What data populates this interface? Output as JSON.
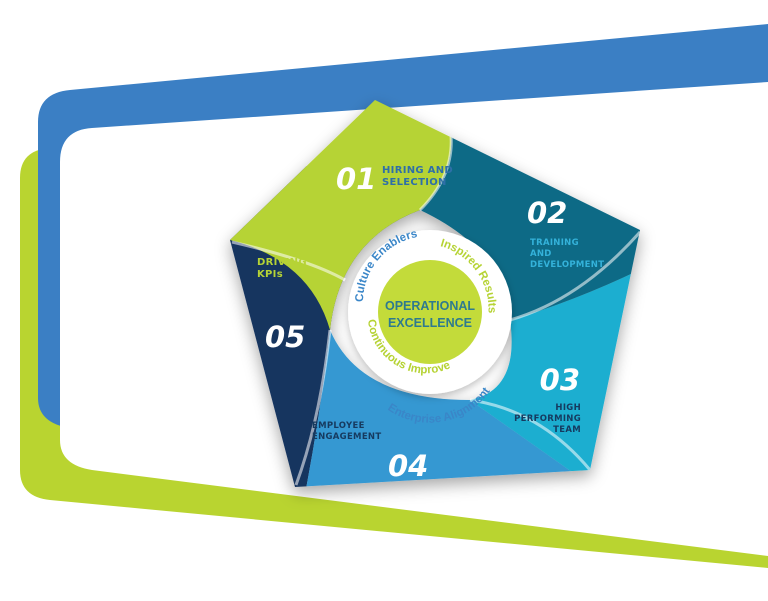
{
  "colors": {
    "blue_band": "#3b7fc4",
    "green_band": "#b9d430",
    "seg1": "#b6d335",
    "seg2": "#0f6a86",
    "seg3": "#1aaed0",
    "seg4": "#3598d2",
    "seg5": "#17345f",
    "ring": "#ffffff",
    "core": "#c3db3a"
  },
  "center": {
    "line1": "OPERATIONAL",
    "line2": "EXCELLENCE"
  },
  "ring_labels": {
    "culture_enablers": "Culture Enablers",
    "inspired_results": "Inspired Results",
    "enterprise_alignment": "Enterprise Alignment",
    "continuous_improvement": "Continuous Improvement"
  },
  "segments": [
    {
      "number": "01",
      "label_lines": [
        "HIRING AND",
        "SELECTION"
      ]
    },
    {
      "number": "02",
      "label_lines": [
        "TRAINING",
        "AND",
        "DEVELOPMENT"
      ]
    },
    {
      "number": "03",
      "label_lines": [
        "HIGH",
        "PERFORMING",
        "TEAM"
      ]
    },
    {
      "number": "04",
      "label_lines": [
        "EMPLOYEE",
        "ENGAGEMENT"
      ]
    },
    {
      "number": "05",
      "label_lines": [
        "DRIVING",
        "KPIs"
      ]
    }
  ]
}
